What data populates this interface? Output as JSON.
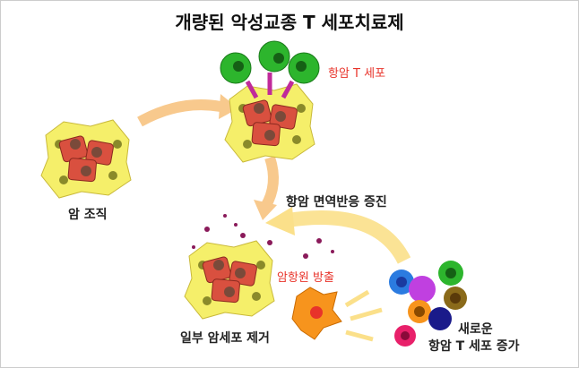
{
  "title": "개량된 악성교종 T 세포치료제",
  "labels": {
    "anticancer_t_cell": "항암 T 세포",
    "cancer_tissue": "암 조직",
    "immune_boost": "항암 면역반응 증진",
    "antigen_release": "암항원 방출",
    "partial_removal": "일부 암세포 제거",
    "new_t_cells_line1": "새로운",
    "new_t_cells_line2": "항암 T 세포 증가"
  },
  "colors": {
    "tumor_bg": "#f5ef6a",
    "cancer_cell": "#d9503f",
    "t_cell": "#2db52d",
    "arrow": "#f8c98d",
    "label_red": "#e8332a"
  }
}
